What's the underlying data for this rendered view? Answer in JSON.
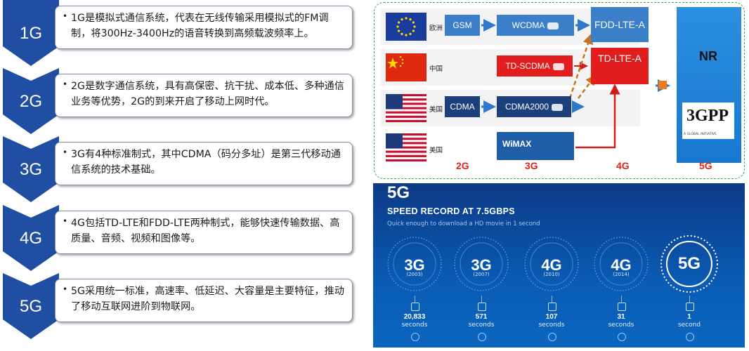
{
  "generations": [
    {
      "label": "1G",
      "text": "1G是模拟式通信系统，代表在无线传输采用模拟式的FM调制，将300Hz-3400Hz的语音转换到高频载波频率上。"
    },
    {
      "label": "2G",
      "text": "2G是数字通信系统，具有高保密、抗干扰、成本低、多种通信业务等优势，2G的到来开启了移动上网时代。"
    },
    {
      "label": "3G",
      "text": "3G有4种标准制式，其中CDMA（码分多址）是第三代移动通信系统的技术基础。"
    },
    {
      "label": "4G",
      "text": "4G包括TD-LTE和FDD-LTE两种制式，能够快速传输数据、高质量、音频、视频和图像等。"
    },
    {
      "label": "5G",
      "text": "5G采用统一标准，高速率、低延迟、大容量是主要特征，推动了移动互联网进阶到物联网。"
    }
  ],
  "evolution": {
    "regions": [
      "欧洲",
      "中国",
      "美国",
      "美国"
    ],
    "boxes": {
      "gsm": "GSM",
      "wcdma": "WCDMA",
      "fdd": "FDD-LTE-A",
      "tdscdma": "TD-SCDMA",
      "tdlte": "TD-LTE-A",
      "cdma": "CDMA",
      "cdma2000": "CDMA2000",
      "wimax": "WiMAX"
    },
    "columns": [
      "2G",
      "3G",
      "4G",
      "5G"
    ],
    "nr": "NR",
    "gpp": "3GPP",
    "gpp_sub": "A GLOBAL INITIATIVE"
  },
  "speed": {
    "title": "5G",
    "subtitle": "SPEED RECORD AT 7.5GBPS",
    "caption": "Quick enough to download a HD movie in 1 second",
    "items": [
      {
        "gen": "3G",
        "year": "(2003)",
        "value": "20,833",
        "unit": "seconds"
      },
      {
        "gen": "3G",
        "year": "(2007)",
        "value": "571",
        "unit": "seconds"
      },
      {
        "gen": "4G",
        "year": "(2010)",
        "value": "107",
        "unit": "seconds"
      },
      {
        "gen": "4G",
        "year": "(2014)",
        "value": "31",
        "unit": "seconds"
      },
      {
        "gen": "5G",
        "year": "",
        "value": "1",
        "unit": "second"
      }
    ]
  },
  "colors": {
    "chevron": "#1f4ea3",
    "red_box": "#e21d1d",
    "blue_box": "#3b7fc9",
    "navy_box": "#1d3f7c",
    "gen_label_red": "#e2231a",
    "dashed_border": "#3aa84f"
  }
}
